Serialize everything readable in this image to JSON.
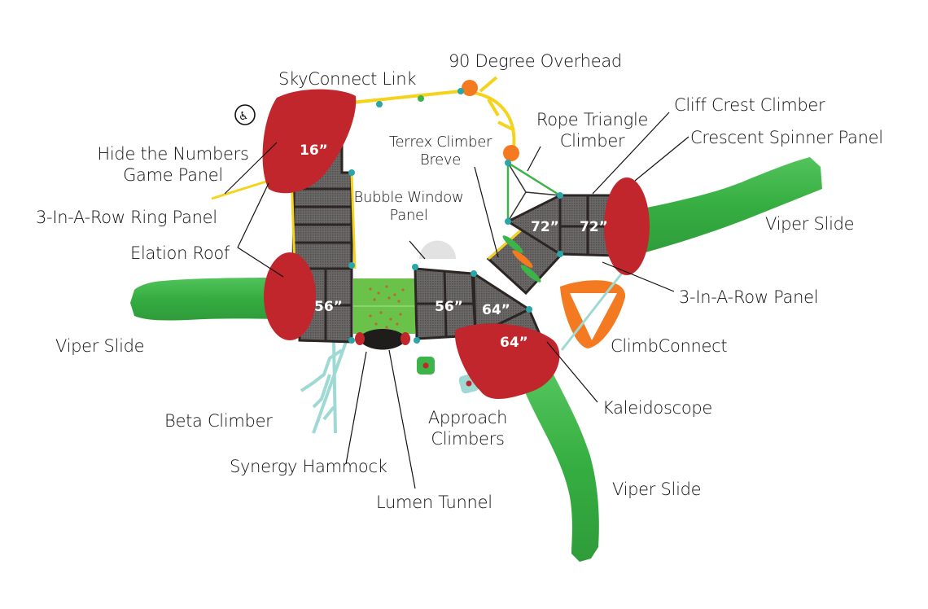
{
  "title": "Playground structure component diagram",
  "colors": {
    "roof": "#c0262c",
    "slide": "#3cb449",
    "deck": "#5a5757",
    "frame": "#2b2523",
    "rail": "#f5d31c",
    "post": "#2aa6a8",
    "climber_teal": "#9ed9d3",
    "orange": "#f37a21",
    "bridge": "#6ac24b"
  },
  "icons": {
    "accessibility": "wheelchair-accessible-icon"
  },
  "deck_heights": [
    "16”",
    "56”",
    "56”",
    "64”",
    "64”",
    "72”",
    "72”"
  ],
  "labels": {
    "skyconnect": "SkyConnect Link",
    "overhead": "90 Degree Overhead",
    "cliff_crest": "Cliff Crest Climber",
    "rope_triangle_1": "Rope Triangle",
    "rope_triangle_2": "Climber",
    "crescent_spinner": "Crescent Spinner Panel",
    "terrex_1": "Terrex Climber",
    "terrex_2": "Breve",
    "hide_numbers_1": "Hide the Numbers",
    "hide_numbers_2": "Game Panel",
    "bubble_window_1": "Bubble Window",
    "bubble_window_2": "Panel",
    "ring_panel": "3-In-A-Row Ring Panel",
    "elation_roof": "Elation Roof",
    "viper_slide_right": "Viper Slide",
    "viper_slide_left": "Viper Slide",
    "viper_slide_bottom": "Viper Slide",
    "three_row_panel": "3-In-A-Row Panel",
    "climbconnect": "ClimbConnect",
    "kaleidoscope": "Kaleidoscope",
    "beta_climber": "Beta Climber",
    "approach_1": "Approach",
    "approach_2": "Climbers",
    "synergy": "Synergy Hammock",
    "lumen": "Lumen Tunnel"
  }
}
